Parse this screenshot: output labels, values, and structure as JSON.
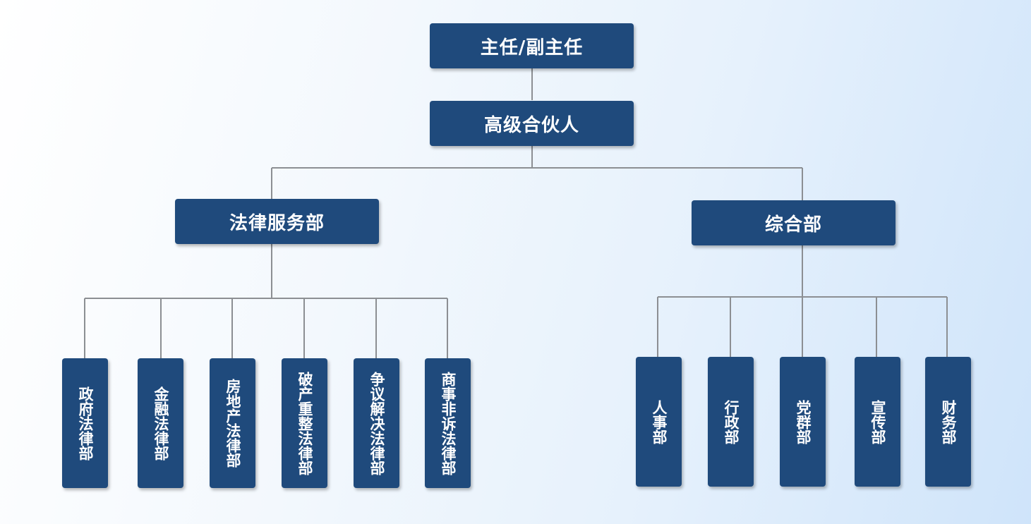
{
  "diagram": {
    "top": {
      "label": "主任/副主任"
    },
    "partner": {
      "label": "高级合伙人"
    },
    "legal": {
      "label": "法律服务部",
      "children": [
        {
          "label": "政府法律部"
        },
        {
          "label": "金融法律部"
        },
        {
          "label": "房地产法律部"
        },
        {
          "label": "破产重整法律部"
        },
        {
          "label": "争议解决法律部"
        },
        {
          "label": "商事非诉法律部"
        }
      ]
    },
    "general": {
      "label": "综合部",
      "children": [
        {
          "label": "人事部"
        },
        {
          "label": "行政部"
        },
        {
          "label": "党群部"
        },
        {
          "label": "宣传部"
        },
        {
          "label": "财务部"
        }
      ]
    }
  },
  "colors": {
    "node_fill": "#1f4a7c",
    "node_text": "#ffffff",
    "connector": "#8c8f93"
  }
}
